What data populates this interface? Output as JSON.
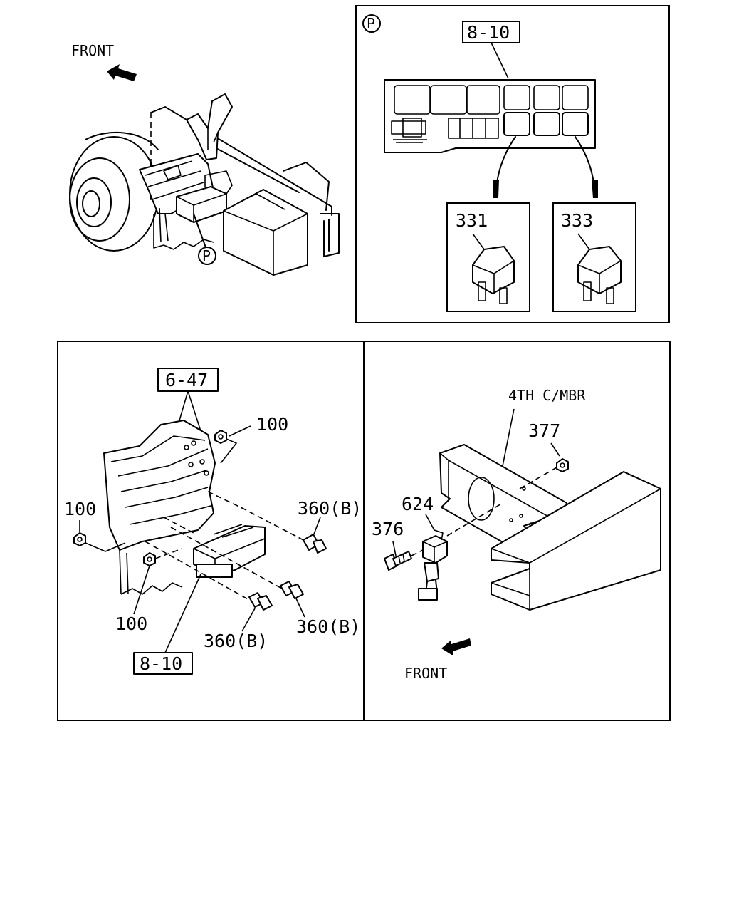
{
  "panels": {
    "top_left": {
      "front_label": "FRONT",
      "detail_callout": "P"
    },
    "detail_p": {
      "marker": "P",
      "ref_box": "8-10",
      "relay_left": "331",
      "relay_right": "333"
    },
    "bottom_left": {
      "ref_top": "6-47",
      "ref_bottom": "8-10",
      "nut_top_right": "100",
      "nut_left": "100",
      "nut_bottom": "100",
      "bolt_upper": "360(B)",
      "bolt_lower_right": "360(B)",
      "bolt_lower_mid": "360(B)"
    },
    "bottom_right": {
      "member_label": "4TH C/MBR",
      "nut": "377",
      "relay": "624",
      "bolt": "376",
      "front_label": "FRONT"
    }
  },
  "colors": {
    "ink": "#000000",
    "paper": "#ffffff"
  }
}
